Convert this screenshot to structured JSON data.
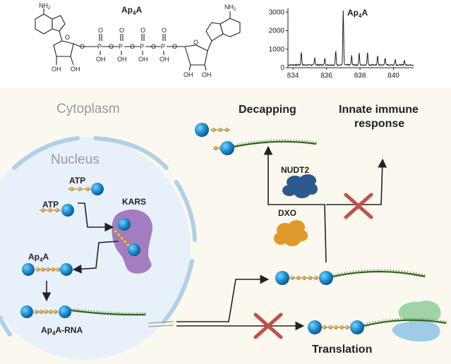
{
  "structure": {
    "title": "Ap",
    "title_sub": "4",
    "title_tail": "A",
    "amine": "NH",
    "amine_sub": "2",
    "p": "P",
    "o": "O",
    "oh": "OH"
  },
  "spectrum": {
    "label": "Ap",
    "label_sub": "4",
    "label_tail": "A",
    "y_ticks": [
      "3000",
      "2000",
      "1000",
      "0"
    ],
    "x_ticks": [
      "834",
      "836",
      "838",
      "840"
    ],
    "chart_data": {
      "type": "line",
      "x_range": [
        833.7,
        841.2
      ],
      "y_range": [
        0,
        3200
      ],
      "peaks": [
        {
          "x": 834.5,
          "y": 700
        },
        {
          "x": 835.3,
          "y": 400
        },
        {
          "x": 835.9,
          "y": 350
        },
        {
          "x": 836.55,
          "y": 750
        },
        {
          "x": 837.0,
          "y": 2950
        },
        {
          "x": 837.5,
          "y": 500
        },
        {
          "x": 837.95,
          "y": 650
        },
        {
          "x": 838.45,
          "y": 700
        },
        {
          "x": 839.05,
          "y": 500
        },
        {
          "x": 839.5,
          "y": 400
        },
        {
          "x": 840.1,
          "y": 300
        },
        {
          "x": 840.65,
          "y": 250
        }
      ],
      "baseline": 120
    }
  },
  "cell": {
    "cytoplasm": "Cytoplasm",
    "nucleus": "Nucleus",
    "atp1": "ATP",
    "atp2": "ATP",
    "kars": "KARS",
    "ap4a_a": "Ap",
    "ap4a_sub": "4",
    "ap4a_b": "A",
    "ap4arna_a": "Ap",
    "ap4arna_sub": "4",
    "ap4arna_b": "A-RNA"
  },
  "fates": {
    "decapping": "Decapping",
    "immune_line1": "Innate immune",
    "immune_line2": "response",
    "nudt2": "NUDT2",
    "dxo": "DXO",
    "translation": "Translation"
  },
  "colors": {
    "panel_bg": "#fbf8ef",
    "nucleus_fill": "#e8f1fa",
    "membrane": "#a8c8e8",
    "adenosine": "#1a8fd0",
    "phosphate": "#caa050",
    "rna": "#2b5a1c",
    "kars": "#a47cc0",
    "nudt2": "#2d5a8e",
    "dxo": "#e09a2a",
    "block": "#c0504d",
    "ribosome_top": "#9ed4a8",
    "ribosome_bottom": "#9ecbe6"
  }
}
